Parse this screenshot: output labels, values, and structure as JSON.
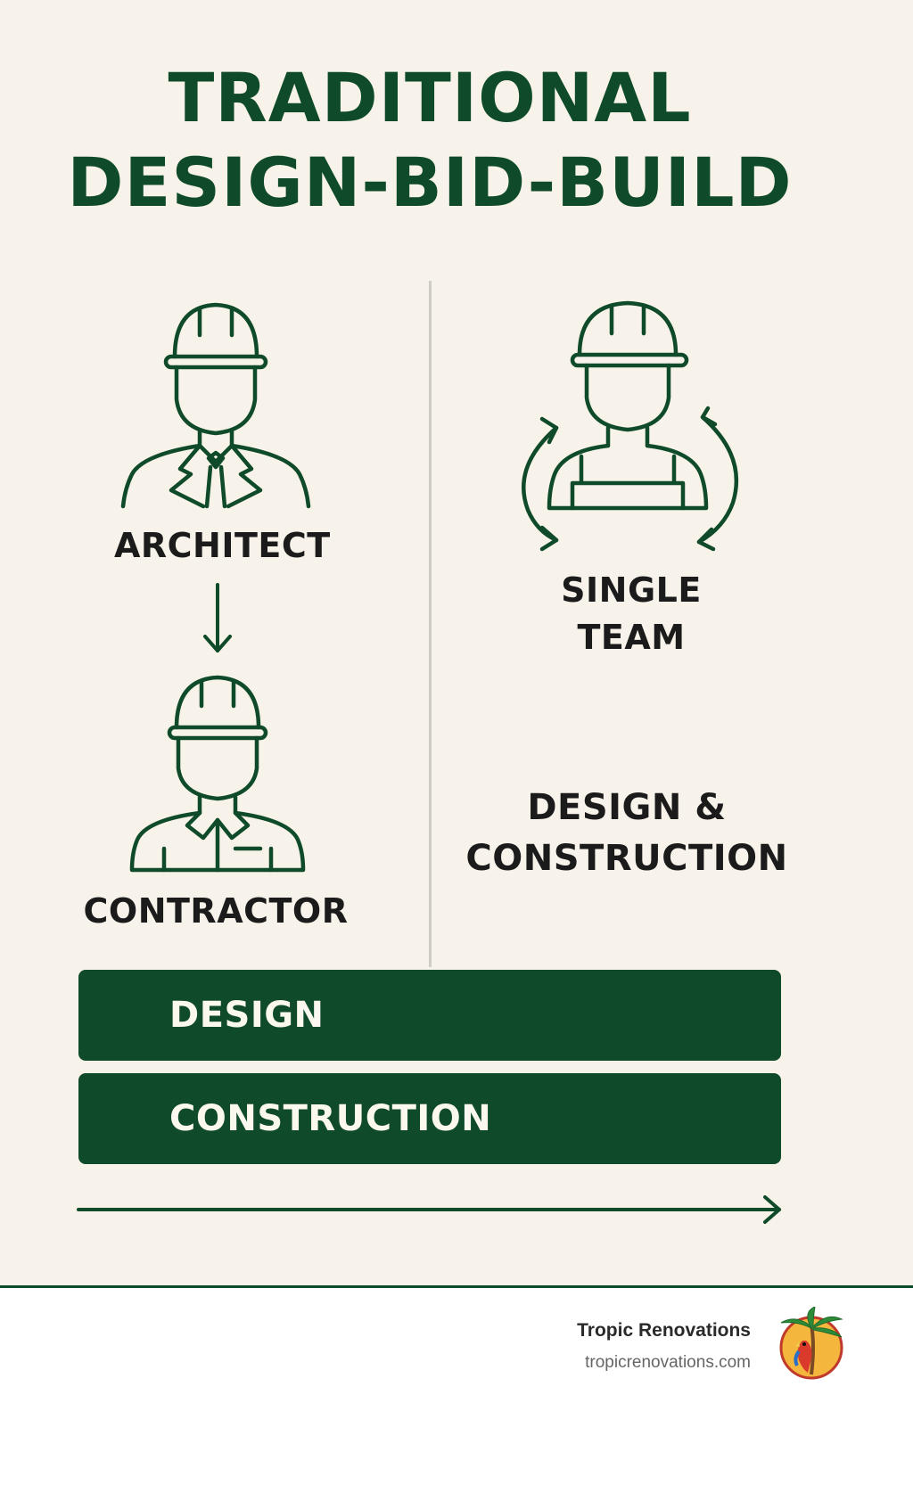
{
  "title": {
    "line1": "TRADITIONAL",
    "line2": "DESIGN-BID-BUILD"
  },
  "left": {
    "architect": {
      "label": "ARCHITECT",
      "icon": "architect-icon"
    },
    "contractor": {
      "label": "CONTRACTOR",
      "icon": "contractor-icon"
    },
    "connector_icon": "arrow-down-icon"
  },
  "right": {
    "team": {
      "label_line1": "SINGLE",
      "label_line2": "TEAM",
      "icon": "worker-cycle-icon"
    },
    "scope": {
      "line1": "DESIGN &",
      "line2": "CONSTRUCTION"
    }
  },
  "phases": [
    {
      "label": "DESIGN"
    },
    {
      "label": "CONSTRUCTION"
    }
  ],
  "timeline_icon": "arrow-right-icon",
  "footer": {
    "brand": "Tropic Renovations",
    "url": "tropicrenovations.com",
    "logo_icon": "parrot-palm-logo"
  },
  "colors": {
    "background": "#f7f3ea",
    "brand_green": "#0f4a2b",
    "text": "#1b1b1b"
  }
}
